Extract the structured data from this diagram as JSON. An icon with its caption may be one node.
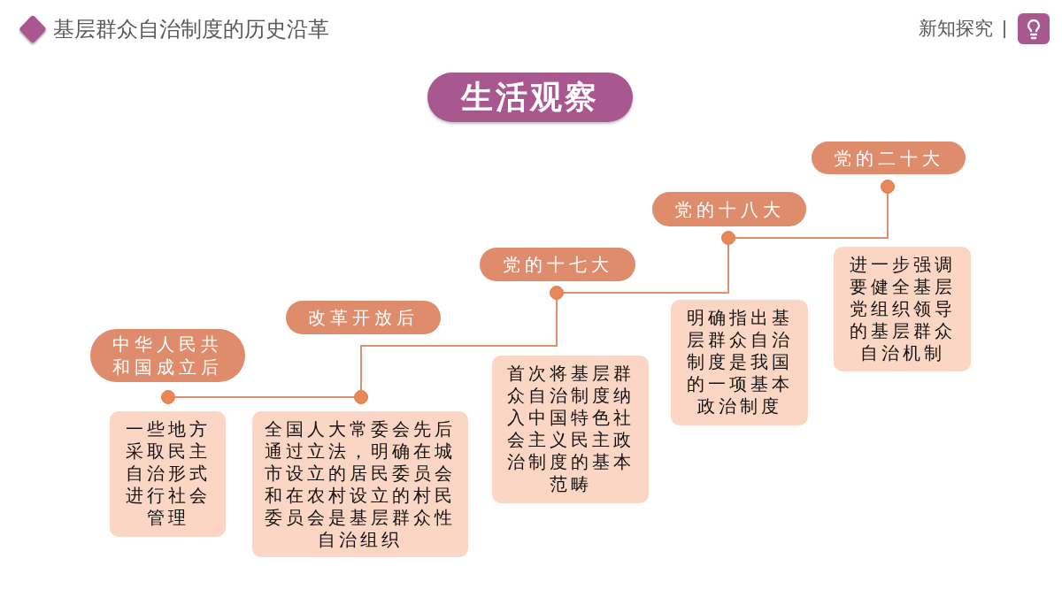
{
  "diagram": {
    "title": "基层群众自治制度的历史沿革",
    "nodes": [
      {
        "text": [
          "生活观察"
        ]
      },
      {
        "text": [
          "中华人民共和国成立后"
        ]
      },
      {
        "text": [],
        "shape": "circle"
      },
      {
        "text": [
          "一些地方采取民主自治形式进行社会管理"
        ]
      },
      {
        "text": [
          "改革开放后"
        ]
      },
      {
        "text": [],
        "shape": "circle"
      },
      {
        "text": [
          "全国人大常委会先后通过立法，明确在城市设立的居民委员会和在农村设立的村民委员会是基层群众性自治组织"
        ]
      },
      {
        "text": [
          "党的十七大"
        ]
      },
      {
        "text": [],
        "shape": "circle"
      },
      {
        "text": [
          "首次将基层群众自治制度纳入中国特色社会主义民主政治制度的基本范畴"
        ]
      },
      {
        "text": [
          "党的十八大"
        ]
      },
      {
        "text": [],
        "shape": "circle"
      },
      {
        "text": [
          "明确指出基层群众自治制度是我国的一项基本政治制度"
        ]
      },
      {
        "text": [
          "党的二十大"
        ]
      },
      {
        "text": [],
        "shape": "circle"
      },
      {
        "text": [
          "进一步强调要健全基层党组织领导的基层群众自治机制"
        ]
      }
    ],
    "edges": [
      {
        "from": 2,
        "to": 5,
        "arrow": "none"
      },
      {
        "from": 5,
        "to": 8,
        "arrow": "none"
      },
      {
        "from": 8,
        "to": 11,
        "arrow": "none"
      },
      {
        "from": 11,
        "to": 14,
        "arrow": "none"
      }
    ],
    "labels": [
      "新知探究"
    ]
  }
}
